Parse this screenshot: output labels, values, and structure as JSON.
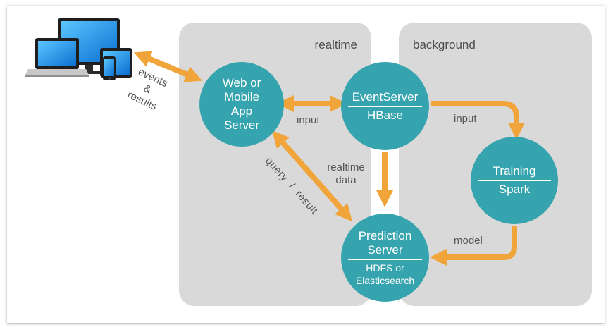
{
  "panels": {
    "realtime": "realtime",
    "background": "background"
  },
  "nodes": {
    "web": [
      "Web or",
      "Mobile",
      "App",
      "Server"
    ],
    "eventserver": {
      "title": "EventServer",
      "sub": "HBase"
    },
    "training": {
      "title": "Training",
      "sub": "Spark"
    },
    "prediction": {
      "title_1": "Prediction",
      "title_2": "Server",
      "sub_1": "HDFS or",
      "sub_2": "Elasticsearch"
    }
  },
  "edge_labels": {
    "events": [
      "events",
      "&",
      "results"
    ],
    "input_web": "input",
    "input_training": "input",
    "realtime_data": [
      "realtime",
      "data"
    ],
    "query_result": "query  /  result",
    "model": "model"
  },
  "colors": {
    "node": "#36a4ae",
    "arrow": "#f0a43a",
    "panel": "#d9d9d9"
  },
  "icons": [
    "laptop-icon",
    "desktop-monitor-icon",
    "tablet-icon",
    "phone-icon"
  ]
}
